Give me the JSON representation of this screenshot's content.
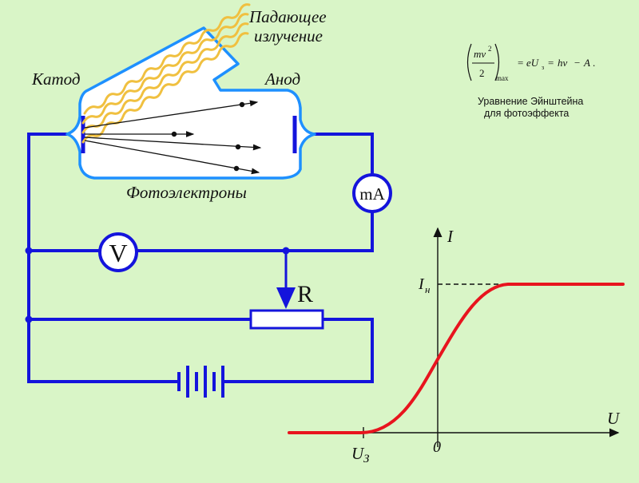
{
  "labels": {
    "incident_radiation_line1": "Падающее",
    "incident_radiation_line2": "излучение",
    "cathode": "Катод",
    "anode": "Анод",
    "photoelectrons": "Фотоэлектроны",
    "milliammeter": "mA",
    "voltmeter": "V",
    "resistor": "R"
  },
  "equation": {
    "caption_line1": "Уравнение Эйнштейна",
    "caption_line2": "для фотоэффекта"
  },
  "graph": {
    "y_axis_label": "I",
    "x_axis_label": "U",
    "saturation_label_main": "I",
    "saturation_label_sub": "н",
    "stopping_label_main": "U",
    "stopping_label_sub": "З",
    "origin_label": "0"
  },
  "colors": {
    "background": "#d9f5c7",
    "circuit": "#1414dc",
    "tube": "#1e90ff",
    "radiation": "#f0c040",
    "curve": "#e8141e"
  }
}
